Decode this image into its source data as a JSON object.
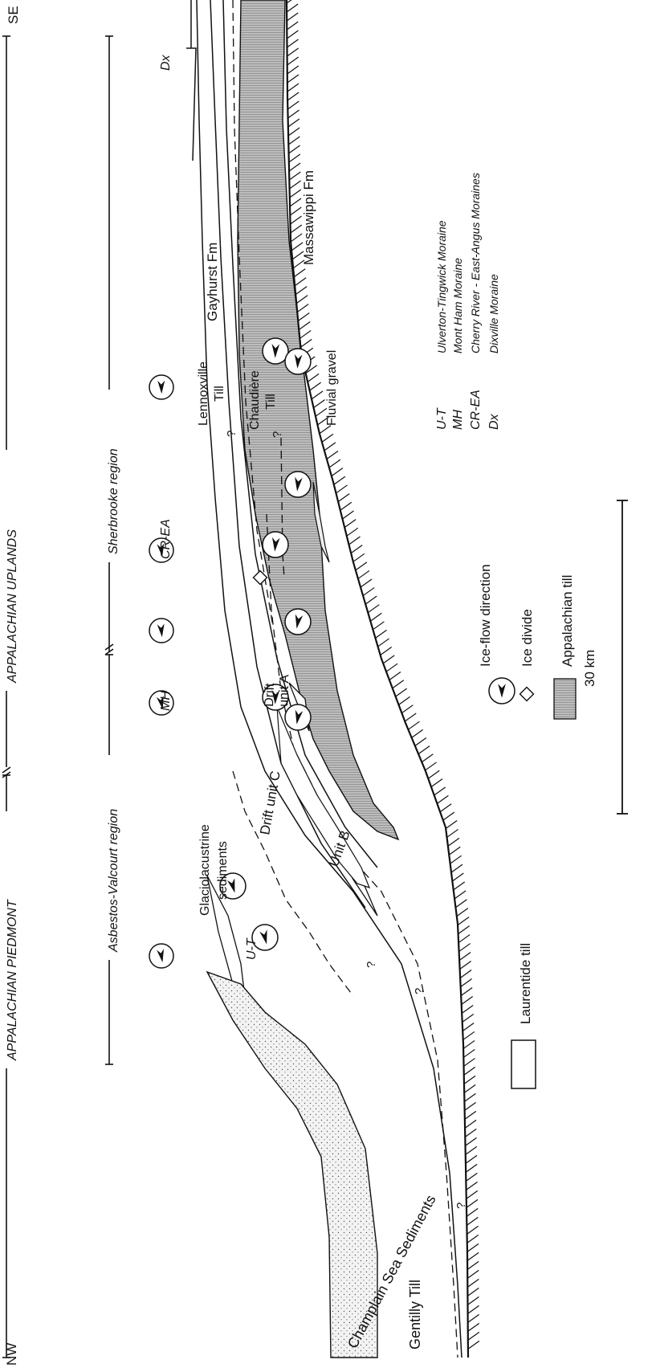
{
  "orientation": {
    "nw": "NW",
    "se": "SE"
  },
  "regions": {
    "appalachian_piedmont": "APPALACHIAN PIEDMONT",
    "appalachian_uplands": "APPALACHIAN UPLANDS",
    "asbestos_valcourt": "Asbestos-Valcourt region",
    "sherbrooke": "Sherbrooke region"
  },
  "units": {
    "gentilly_till": "Gentilly Till",
    "champlain_sea": "Champlain Sea Sediments",
    "glaciolacustrine_1": "Glaciolacustrine",
    "glaciolacustrine_2": "sediments",
    "drift_unit_c": "Drift  unit C",
    "unit_b": "Unit B",
    "drift_unit_a_1": "Drift",
    "drift_unit_a_2": "unit A",
    "lennoxville_1": "Lennoxville",
    "lennoxville_2": "Till",
    "chaudiere_1": "Chaudière",
    "chaudiere_2": "Till",
    "gayhurst": "Gayhurst Fm",
    "massawippi": "Massawippi Fm",
    "fluvial_gravel": "Fluvial gravel",
    "question_mark": "?"
  },
  "moraine_labels": {
    "ut": "U-T",
    "mh": "MH",
    "crea": "CR-EA",
    "dx": "Dx"
  },
  "moraine_legend": [
    {
      "abbr": "U-T",
      "name": "Ulverton-Tingwick Moraine"
    },
    {
      "abbr": "MH",
      "name": "Mont Ham  Moraine"
    },
    {
      "abbr": "CR-EA",
      "name": "Cherry River - East-Angus Moraines"
    },
    {
      "abbr": "Dx",
      "name": "Dixville Moraine"
    }
  ],
  "legend": {
    "laurentide": "Laurentide till",
    "ice_flow": "Ice-flow direction",
    "ice_divide": "Ice divide",
    "appalachian": "Appalachian till"
  },
  "scale": {
    "label": "30 km"
  },
  "colors": {
    "ink": "#111111",
    "appalachian_fill": "#b9b9b9",
    "champlain_fill": "#f1f1f1",
    "laurentide_fill": "#ffffff"
  }
}
